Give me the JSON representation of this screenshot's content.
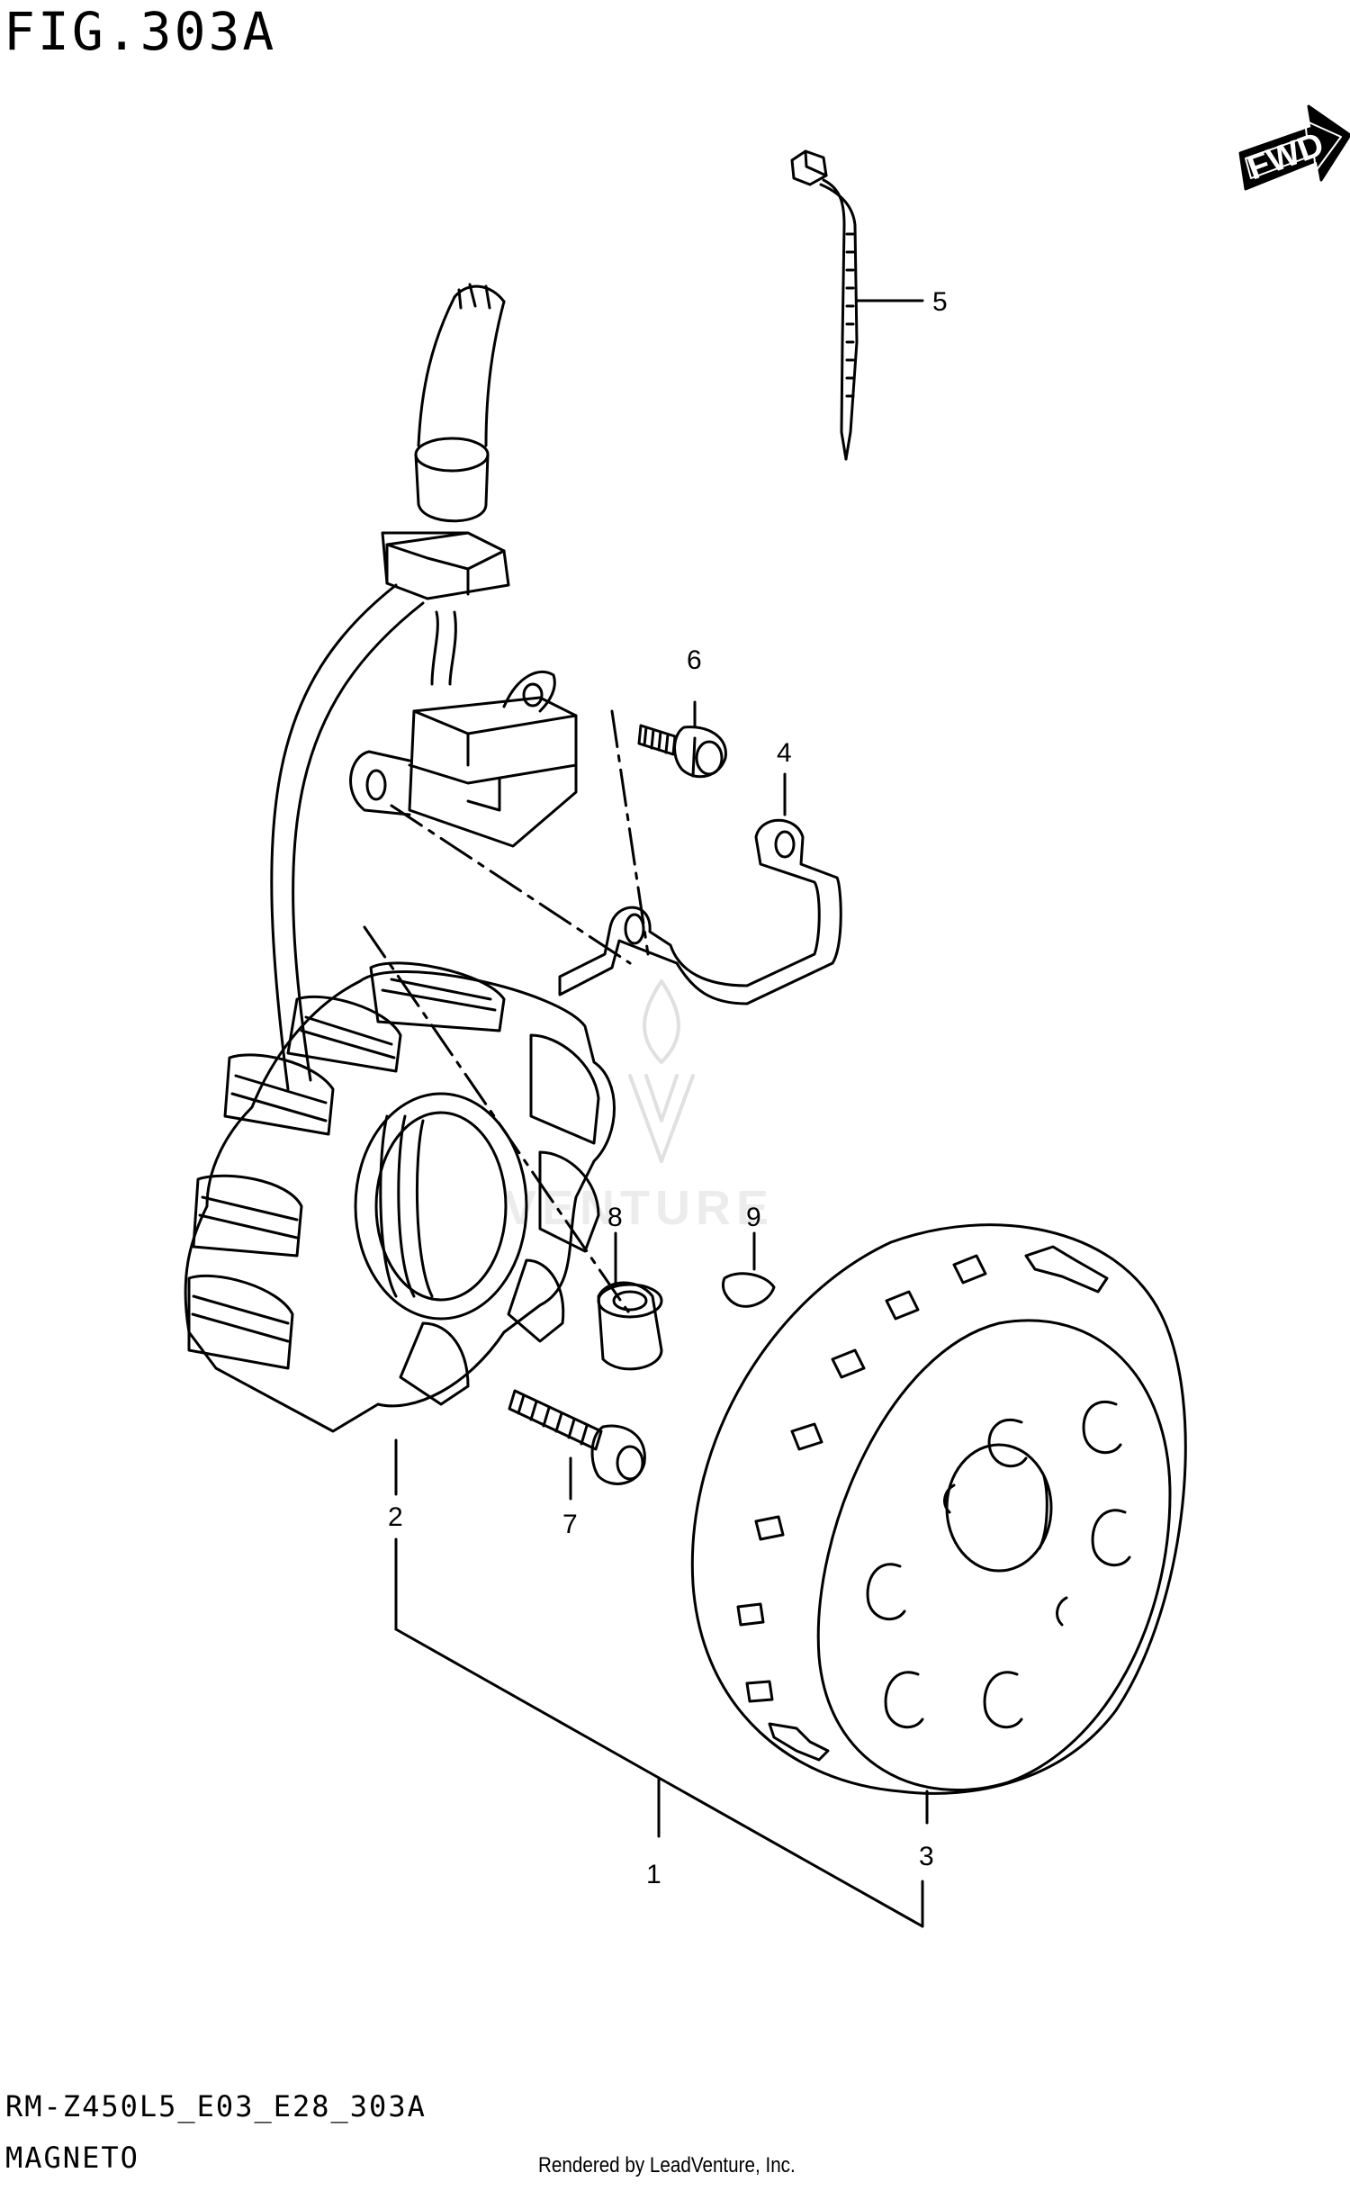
{
  "figure": {
    "title": "FIG.303A",
    "direction_label": "FWD"
  },
  "callouts": [
    "1",
    "2",
    "3",
    "4",
    "5",
    "6",
    "7",
    "8",
    "9"
  ],
  "footer": {
    "model_code": "RM-Z450L5_E03_E28_303A",
    "section_name": "MAGNETO",
    "rendered_by": "Rendered by LeadVenture, Inc."
  },
  "watermark": {
    "text": "VENTURE",
    "icon": "flame-v-logo"
  },
  "colors": {
    "line": "#000000",
    "background": "#ffffff",
    "watermark": "#bbbbbb"
  }
}
